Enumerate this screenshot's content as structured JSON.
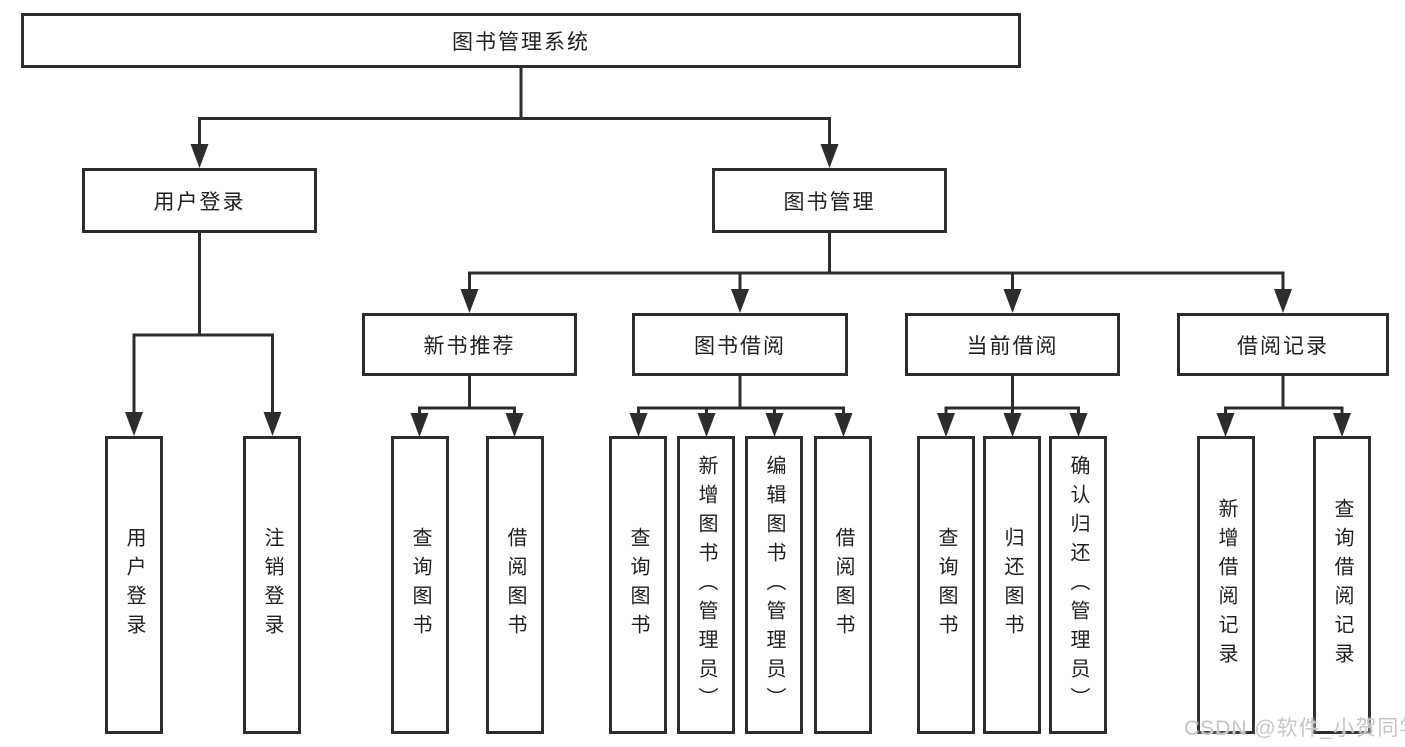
{
  "tree": {
    "root": "图书管理系统",
    "branches": [
      {
        "label": "用户登录",
        "children": [
          "用户登录",
          "注销登录"
        ]
      },
      {
        "label": "图书管理",
        "sections": [
          {
            "label": "新书推荐",
            "children": [
              "查询图书",
              "借阅图书"
            ]
          },
          {
            "label": "图书借阅",
            "children": [
              "查询图书",
              "新增图书（管理员）",
              "编辑图书（管理员）",
              "借阅图书"
            ]
          },
          {
            "label": "当前借阅",
            "children": [
              "查询图书",
              "归还图书",
              "确认归还（管理员）"
            ]
          },
          {
            "label": "借阅记录",
            "children": [
              "新增借阅记录",
              "查询借阅记录"
            ]
          }
        ]
      }
    ]
  },
  "watermark": "CSDN @软件_小贺同学",
  "colors": {
    "bg": "#ffffff",
    "line": "#2d2d2d",
    "text": "#1f1f1f",
    "watermark": "#c6c6c6"
  }
}
